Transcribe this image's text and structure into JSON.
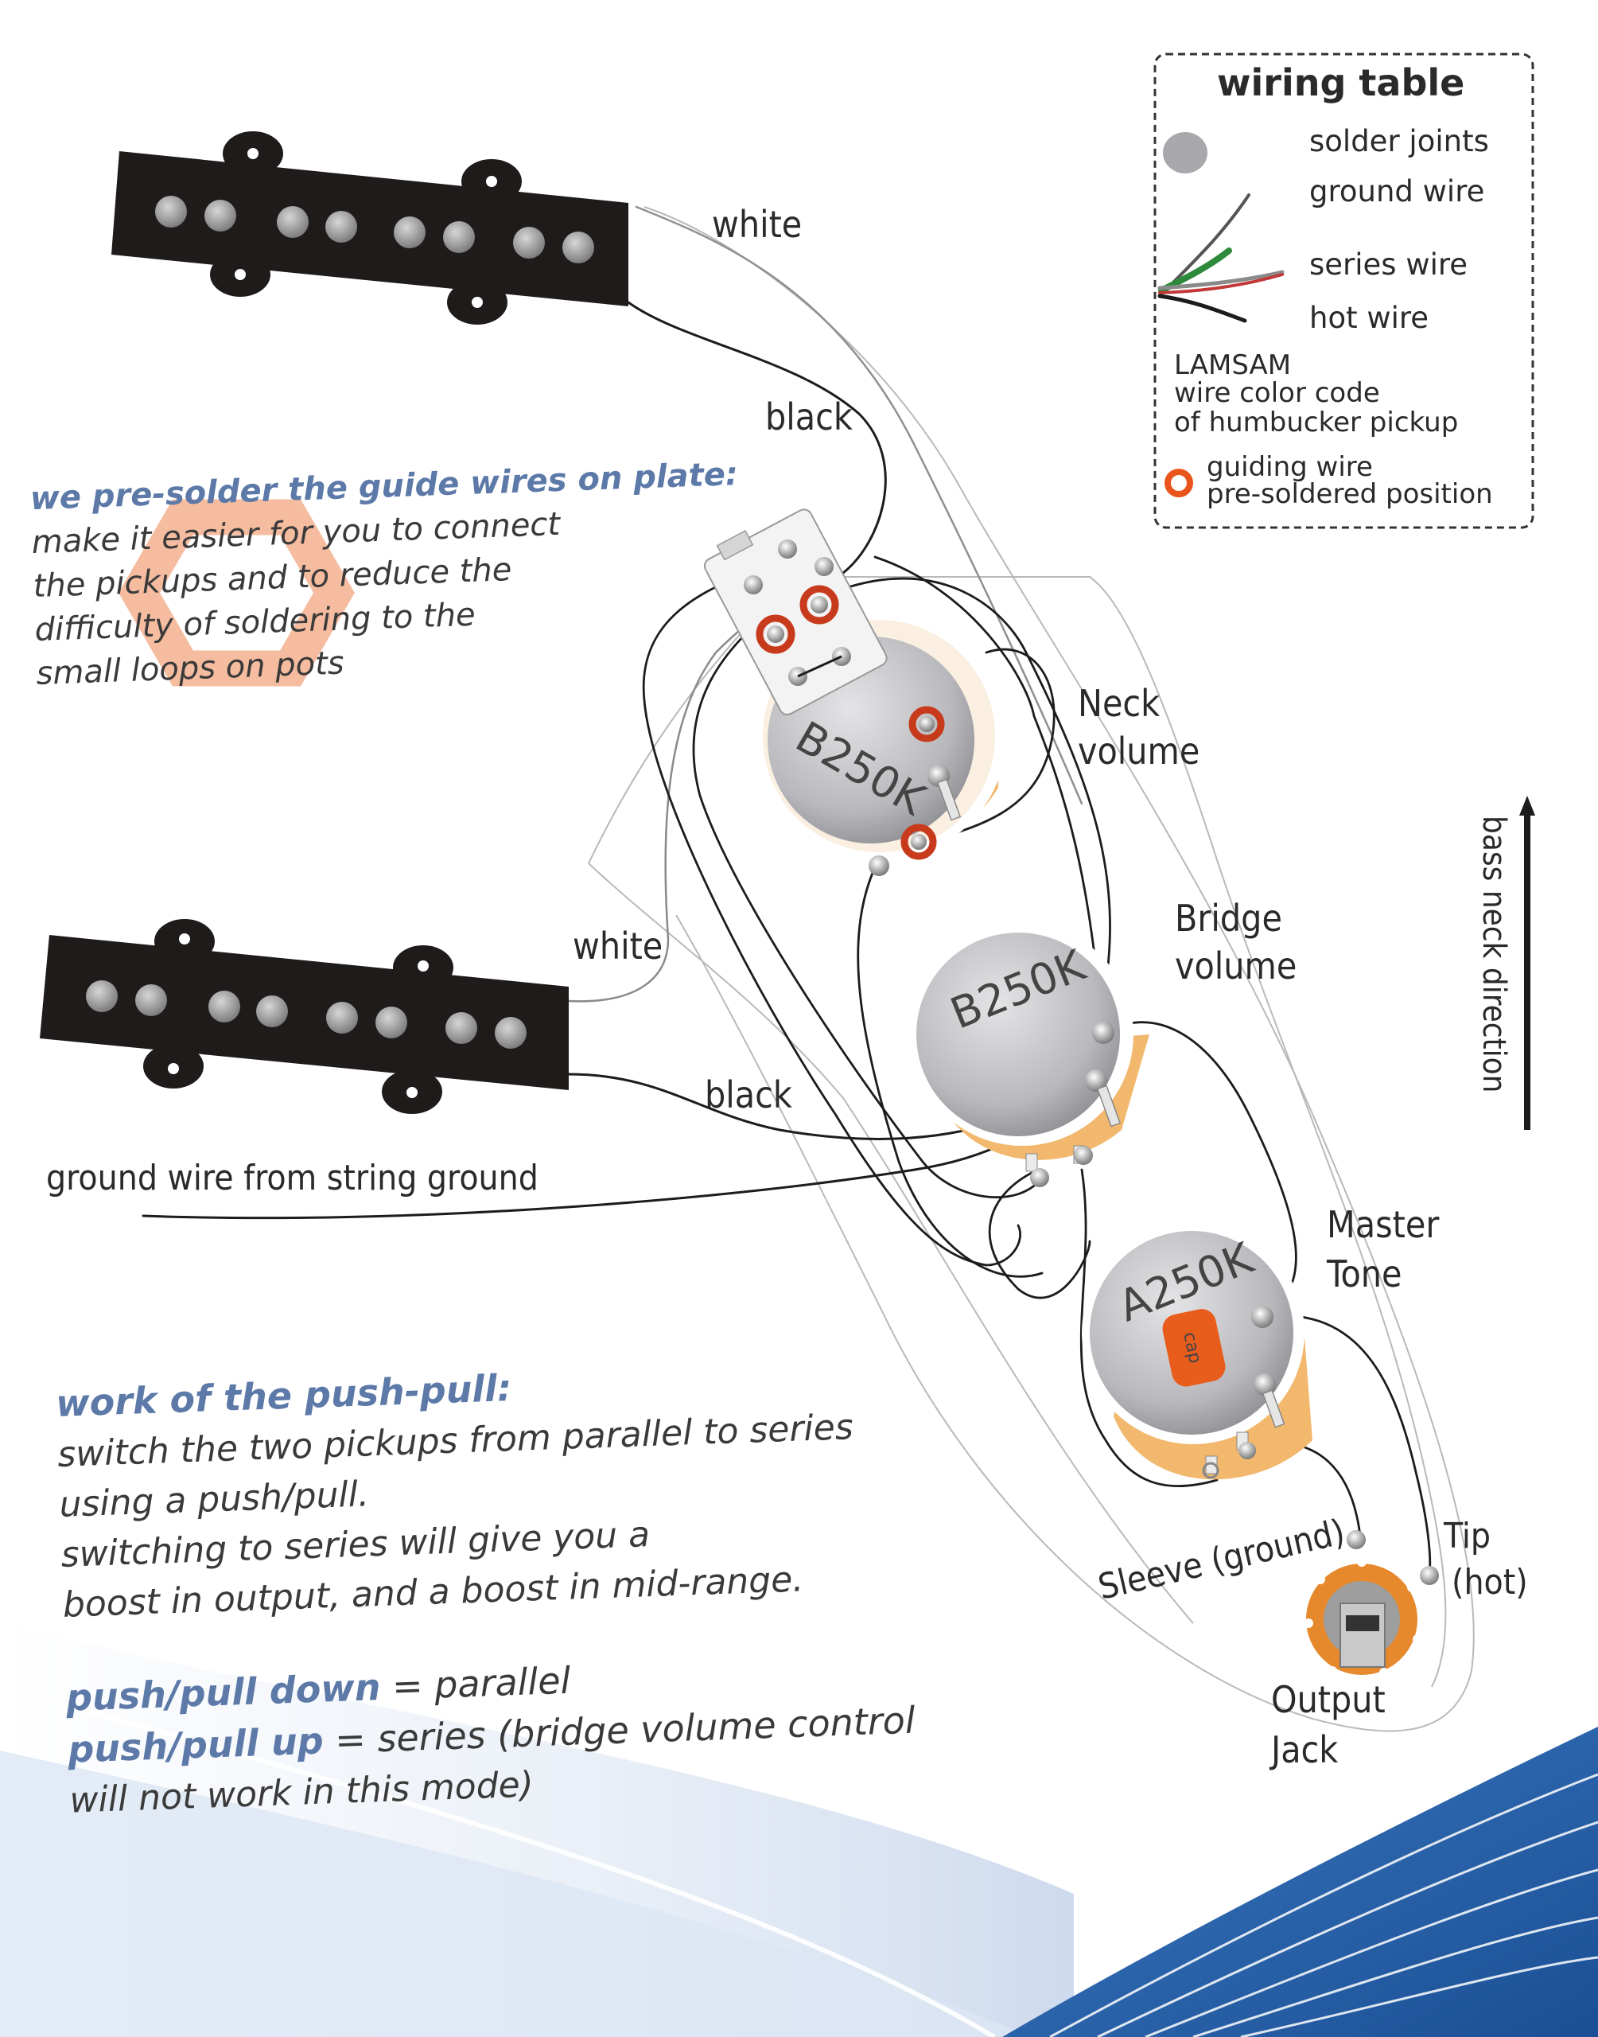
{
  "legend": {
    "title": "wiring table",
    "solder_joints": "solder joints",
    "ground_wire": "ground wire",
    "series_wire": "series wire",
    "hot_wire": "hot wire",
    "color_code_1": "LAMSAM",
    "color_code_2": "wire color code",
    "color_code_3": "of humbucker pickup",
    "guiding_1": "guiding wire",
    "guiding_2": "pre-soldered position"
  },
  "wires": {
    "white_top": "white",
    "black_top": "black",
    "white_bottom": "white",
    "black_bottom": "black",
    "ground_from_string": "ground wire from string ground"
  },
  "pots": {
    "neck_value": "B250K",
    "bridge_value": "B250K",
    "tone_value": "A250K",
    "cap_label": "cap"
  },
  "controls": {
    "neck_1": "Neck",
    "neck_2": "volume",
    "bridge_1": "Bridge",
    "bridge_2": "volume",
    "tone_1": "Master",
    "tone_2": "Tone",
    "sleeve": "Sleeve (ground)",
    "tip_1": "Tip",
    "tip_2": "(hot)",
    "output_1": "Output",
    "output_2": "Jack"
  },
  "direction_label": "bass neck direction",
  "guide_note": {
    "heading": "we pre-solder the guide wires on plate:",
    "line1": "make it easier for you to connect",
    "line2": "the pickups and to reduce the",
    "line3": "difficulty of soldering to the",
    "line4": "small loops on pots"
  },
  "pushpull_note": {
    "heading": "work of the push-pull:",
    "line1": "switch the two pickups from parallel to series",
    "line2": "using a push/pull.",
    "line3": "switching to series will give you a",
    "line4": "boost in output, and a boost in mid-range.",
    "down_key": "push/pull down",
    "down_value": " = parallel",
    "up_key": "push/pull up",
    "up_value": " = series (bridge volume control",
    "up_value_2": "will not work in this mode)"
  },
  "colors": {
    "pickup_body": "#1f1b1b",
    "pole_piece": "#9a9a9a",
    "pot_body": "#f2b86e",
    "pot_face": "#b8b8bc",
    "guide_ring": "#c83a1c",
    "heading_blue": "#5c79a8",
    "cap_orange": "#e85c1c",
    "decor_blue": "#2f6aad"
  }
}
